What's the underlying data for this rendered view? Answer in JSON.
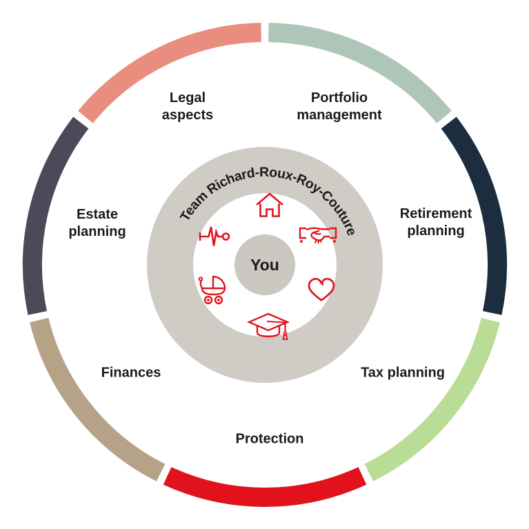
{
  "diagram": {
    "center": {
      "label": "You"
    },
    "team_ring": {
      "label": "Team Richard-Roux-Roy-Couture"
    },
    "segments": [
      {
        "id": "portfolio-management",
        "label": "Portfolio\nmanagement",
        "color": "#AEC6B8"
      },
      {
        "id": "retirement-planning",
        "label": "Retirement\nplanning",
        "color": "#1C2E3E"
      },
      {
        "id": "tax-planning",
        "label": "Tax planning",
        "color": "#B9DC97"
      },
      {
        "id": "protection",
        "label": "Protection",
        "color": "#E1121B"
      },
      {
        "id": "finances",
        "label": "Finances",
        "color": "#B5A287"
      },
      {
        "id": "estate-planning",
        "label": "Estate\nplanning",
        "color": "#4C4A58"
      },
      {
        "id": "legal-aspects",
        "label": "Legal\naspects",
        "color": "#E98E7E"
      }
    ],
    "icons": [
      {
        "name": "house-icon"
      },
      {
        "name": "handshake-icon"
      },
      {
        "name": "heart-icon"
      },
      {
        "name": "graduation-cap-icon"
      },
      {
        "name": "stroller-icon"
      },
      {
        "name": "heartbeat-icon"
      }
    ],
    "colors": {
      "ring_gray": "#CFCBC5",
      "center_gray": "#CBC7C1",
      "icon_red": "#E1121B",
      "text": "#1A1A1A",
      "background": "#FFFFFF"
    }
  }
}
